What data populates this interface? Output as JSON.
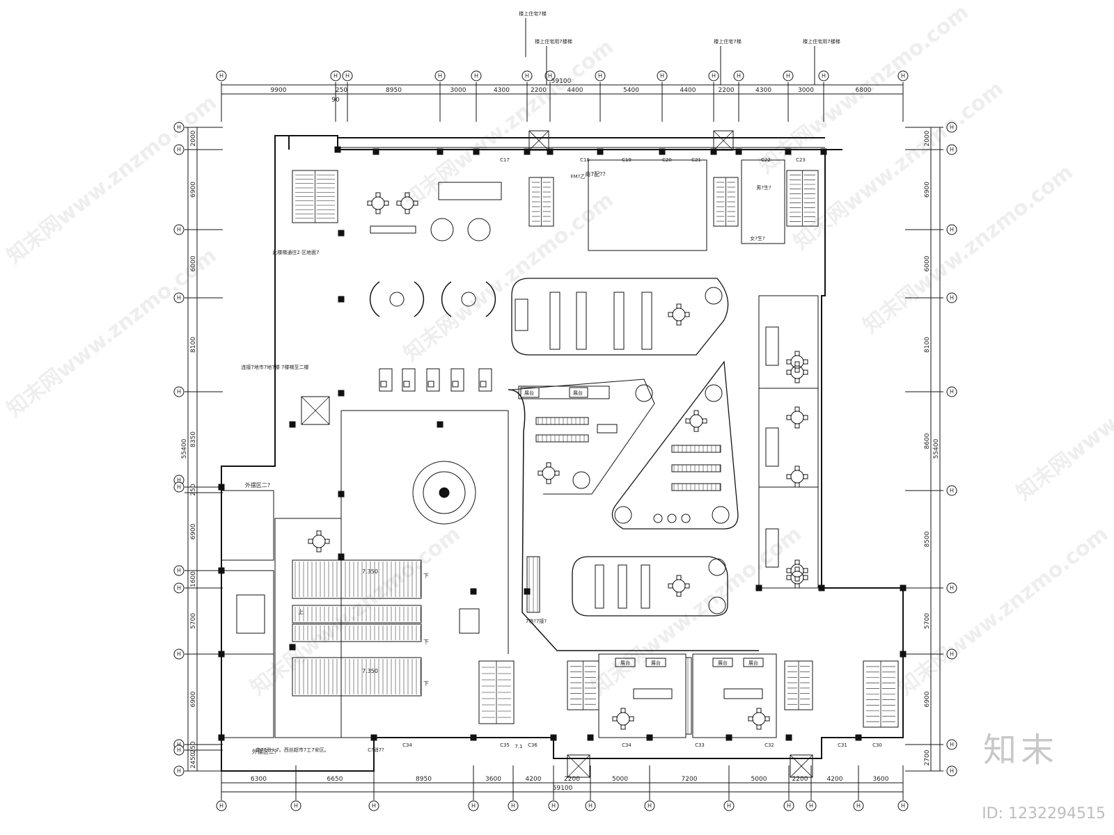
{
  "watermark": {
    "text": "www.znzmo.com",
    "logo": "知末",
    "id": "ID: 1232294515",
    "prefix": "知末网"
  },
  "top_notes": [
    "楼上住宅7梯",
    "楼上住宅用7楼梯",
    "楼上住宅7梯",
    "楼上住宅用7楼梯"
  ],
  "top_total": "59100",
  "bottom_total": "59100",
  "left_total": "55400",
  "right_total": "55400",
  "top_dims": [
    "9900",
    "250",
    "8950",
    "3000",
    "4300",
    "2200",
    "4400",
    "5400",
    "4400",
    "2200",
    "4300",
    "3000",
    "6800"
  ],
  "top_sub": "90",
  "bottom_dims": [
    "6300",
    "6650",
    "8950",
    "3600",
    "4200",
    "2200",
    "5000",
    "7200",
    "5000",
    "2200",
    "4200",
    "3600"
  ],
  "left_dims": [
    "2000",
    "6900",
    "6000",
    "8100",
    "8350",
    "250",
    "6900",
    "1600",
    "5700",
    "6900",
    "250",
    "2450"
  ],
  "right_dims": [
    "2000",
    "6900",
    "6000",
    "8100",
    "8600",
    "8500",
    "5700",
    "6900",
    "2700"
  ],
  "top_bubbles": [
    "H",
    "H",
    "H",
    "H",
    "H",
    "H",
    "H",
    "H",
    "H",
    "H",
    "H",
    "H",
    "H",
    "H"
  ],
  "bottom_bubbles": [
    "H",
    "H",
    "H",
    "H",
    "H",
    "H",
    "H",
    "H",
    "H",
    "H",
    "H",
    "H",
    "H"
  ],
  "left_bubbles": [
    "H",
    "H",
    "H",
    "H",
    "H",
    "H",
    "H",
    "H",
    "H",
    "H",
    "H",
    "H",
    "H"
  ],
  "right_bubbles": [
    "H",
    "H",
    "H",
    "H",
    "H",
    "H",
    "H",
    "H",
    "H",
    "H",
    "H",
    "H"
  ],
  "labels": {
    "left_stair_note": "此楼梯通往2  区地面7",
    "left_ramp_note": "连接7地市7地7楼  7楼梯至二楼",
    "outdoor_top": "外摆区二?",
    "outdoor_bottom": "外摆区二?",
    "bottom_note": "商7?消火7。西丝超市7工7安区。",
    "bottom_note2": "C?消7?",
    "shop_top": "商7配??",
    "male_wc": "男?生?",
    "wc2": "女?生?",
    "lift_note": "7物?7接?",
    "escalator_top": "7.350",
    "escalator_bottom": "7.350",
    "up": "上",
    "down": "下",
    "fmr": "FM?乙",
    "c_top": [
      "C17",
      "C18",
      "C19",
      "C20",
      "C21",
      "C22",
      "C23"
    ],
    "c_bottom": [
      "C34",
      "C35",
      "C36",
      "C34",
      "C33",
      "C32",
      "C31",
      "C30"
    ],
    "counter": "展台",
    "stair_label": "7.1"
  }
}
